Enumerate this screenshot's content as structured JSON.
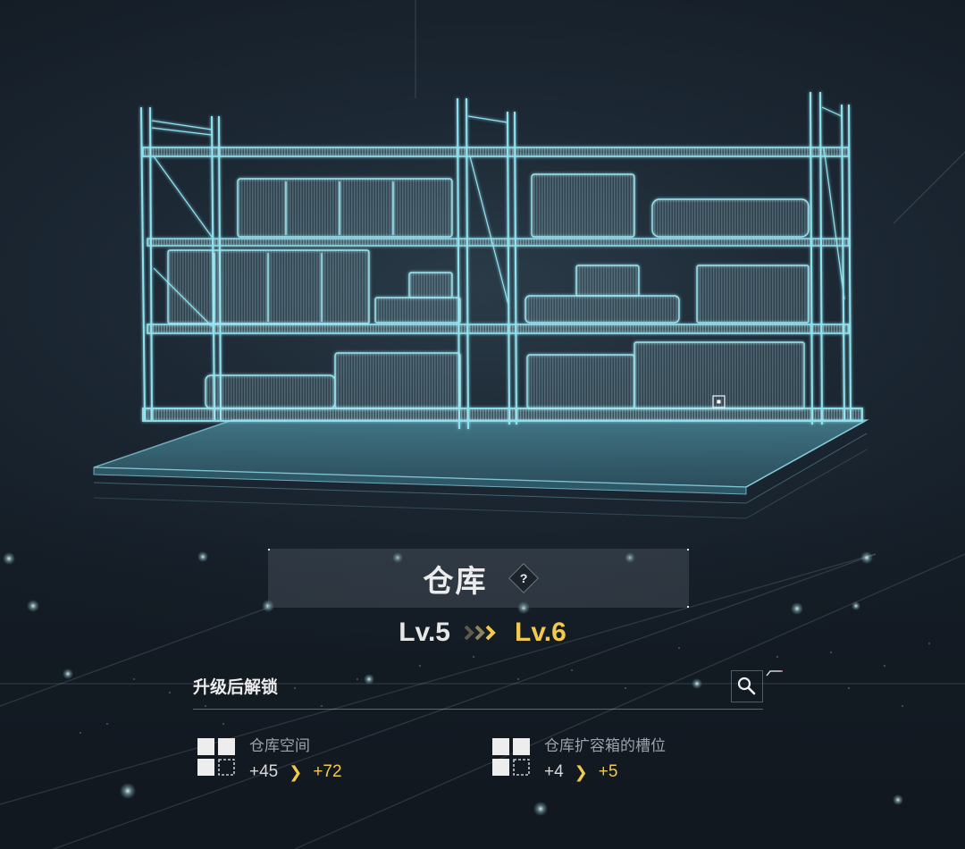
{
  "facility": {
    "name": "仓库",
    "help_icon": "question-diamond-icon",
    "help_label": "?"
  },
  "level": {
    "current": "Lv.5",
    "next": "Lv.6",
    "arrow_icon": "triple-chevron-right-icon"
  },
  "unlock_section": {
    "title": "升级后解锁",
    "search_icon": "magnifier-icon",
    "items": [
      {
        "icon": "storage-grid-icon",
        "label": "仓库空间",
        "from": "+45",
        "to": "+72"
      },
      {
        "icon": "storage-grid-icon",
        "label": "仓库扩容箱的槽位",
        "from": "+4",
        "to": "+5"
      }
    ]
  },
  "hologram": {
    "subject": "warehouse-shelf-hologram",
    "marker_icon": "square-marker-icon"
  },
  "colors": {
    "accent_gold": "#f2c94c",
    "hologram_cyan": "#8fe3f0",
    "text_primary": "#ececec",
    "text_secondary": "#9aa2aa",
    "background": "#1a2430"
  }
}
